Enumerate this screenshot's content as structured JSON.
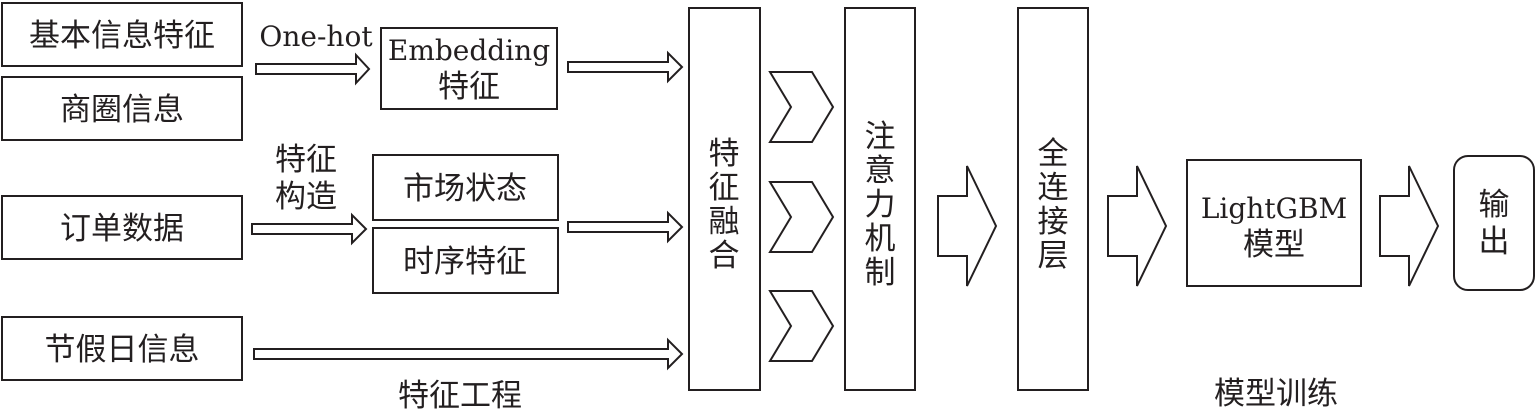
{
  "colors": {
    "stroke": "#231f20",
    "fill": "#ffffff"
  },
  "inputs": {
    "basic_info": "基本信息特征",
    "business_district": "商圈信息",
    "order_data": "订单数据",
    "holiday_info": "节假日信息"
  },
  "edge_labels": {
    "onehot": "One-hot",
    "construct_line1": "特征",
    "construct_line2": "构造"
  },
  "features": {
    "embedding_line1": "Embedding",
    "embedding_line2": "特征",
    "market_state": "市场状态",
    "time_series": "时序特征"
  },
  "layers": {
    "fusion": [
      "特",
      "征",
      "融",
      "合"
    ],
    "attention": [
      "注",
      "意",
      "力",
      "机",
      "制"
    ],
    "dense": [
      "全",
      "连",
      "接",
      "层"
    ],
    "output": [
      "输",
      "出"
    ]
  },
  "model": {
    "name_line1": "LightGBM",
    "name_line2": "模型"
  },
  "sections": {
    "feature_engineering": "特征工程",
    "model_training": "模型训练"
  }
}
